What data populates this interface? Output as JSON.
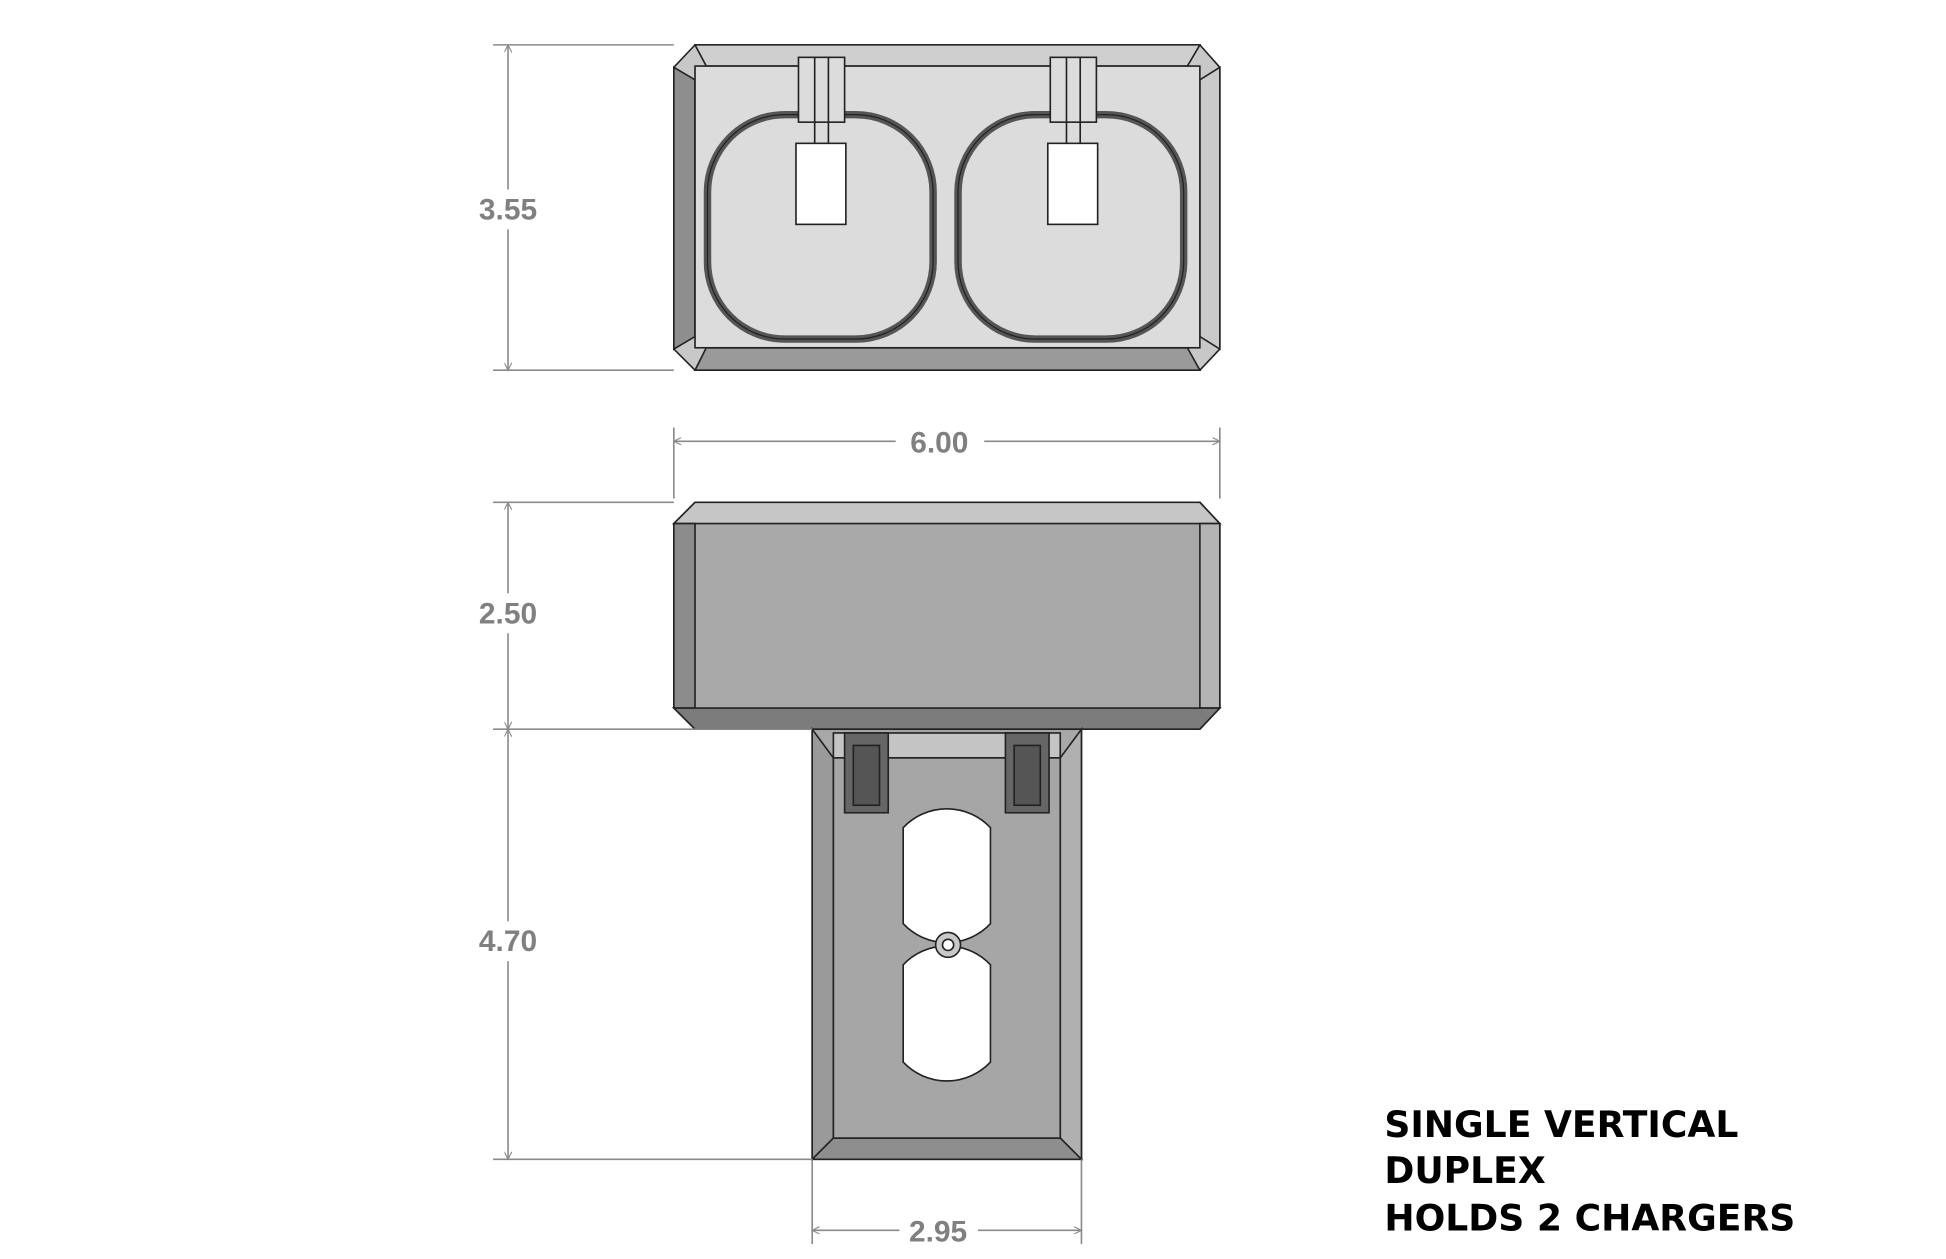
{
  "dimensions": {
    "top_height": "3.55",
    "width": "6.00",
    "side_height": "2.50",
    "plate_height": "4.70",
    "plate_width": "2.95"
  },
  "note": {
    "line1": "SINGLE VERTICAL",
    "line2": "DUPLEX",
    "line3": "HOLDS 2 CHARGERS"
  }
}
